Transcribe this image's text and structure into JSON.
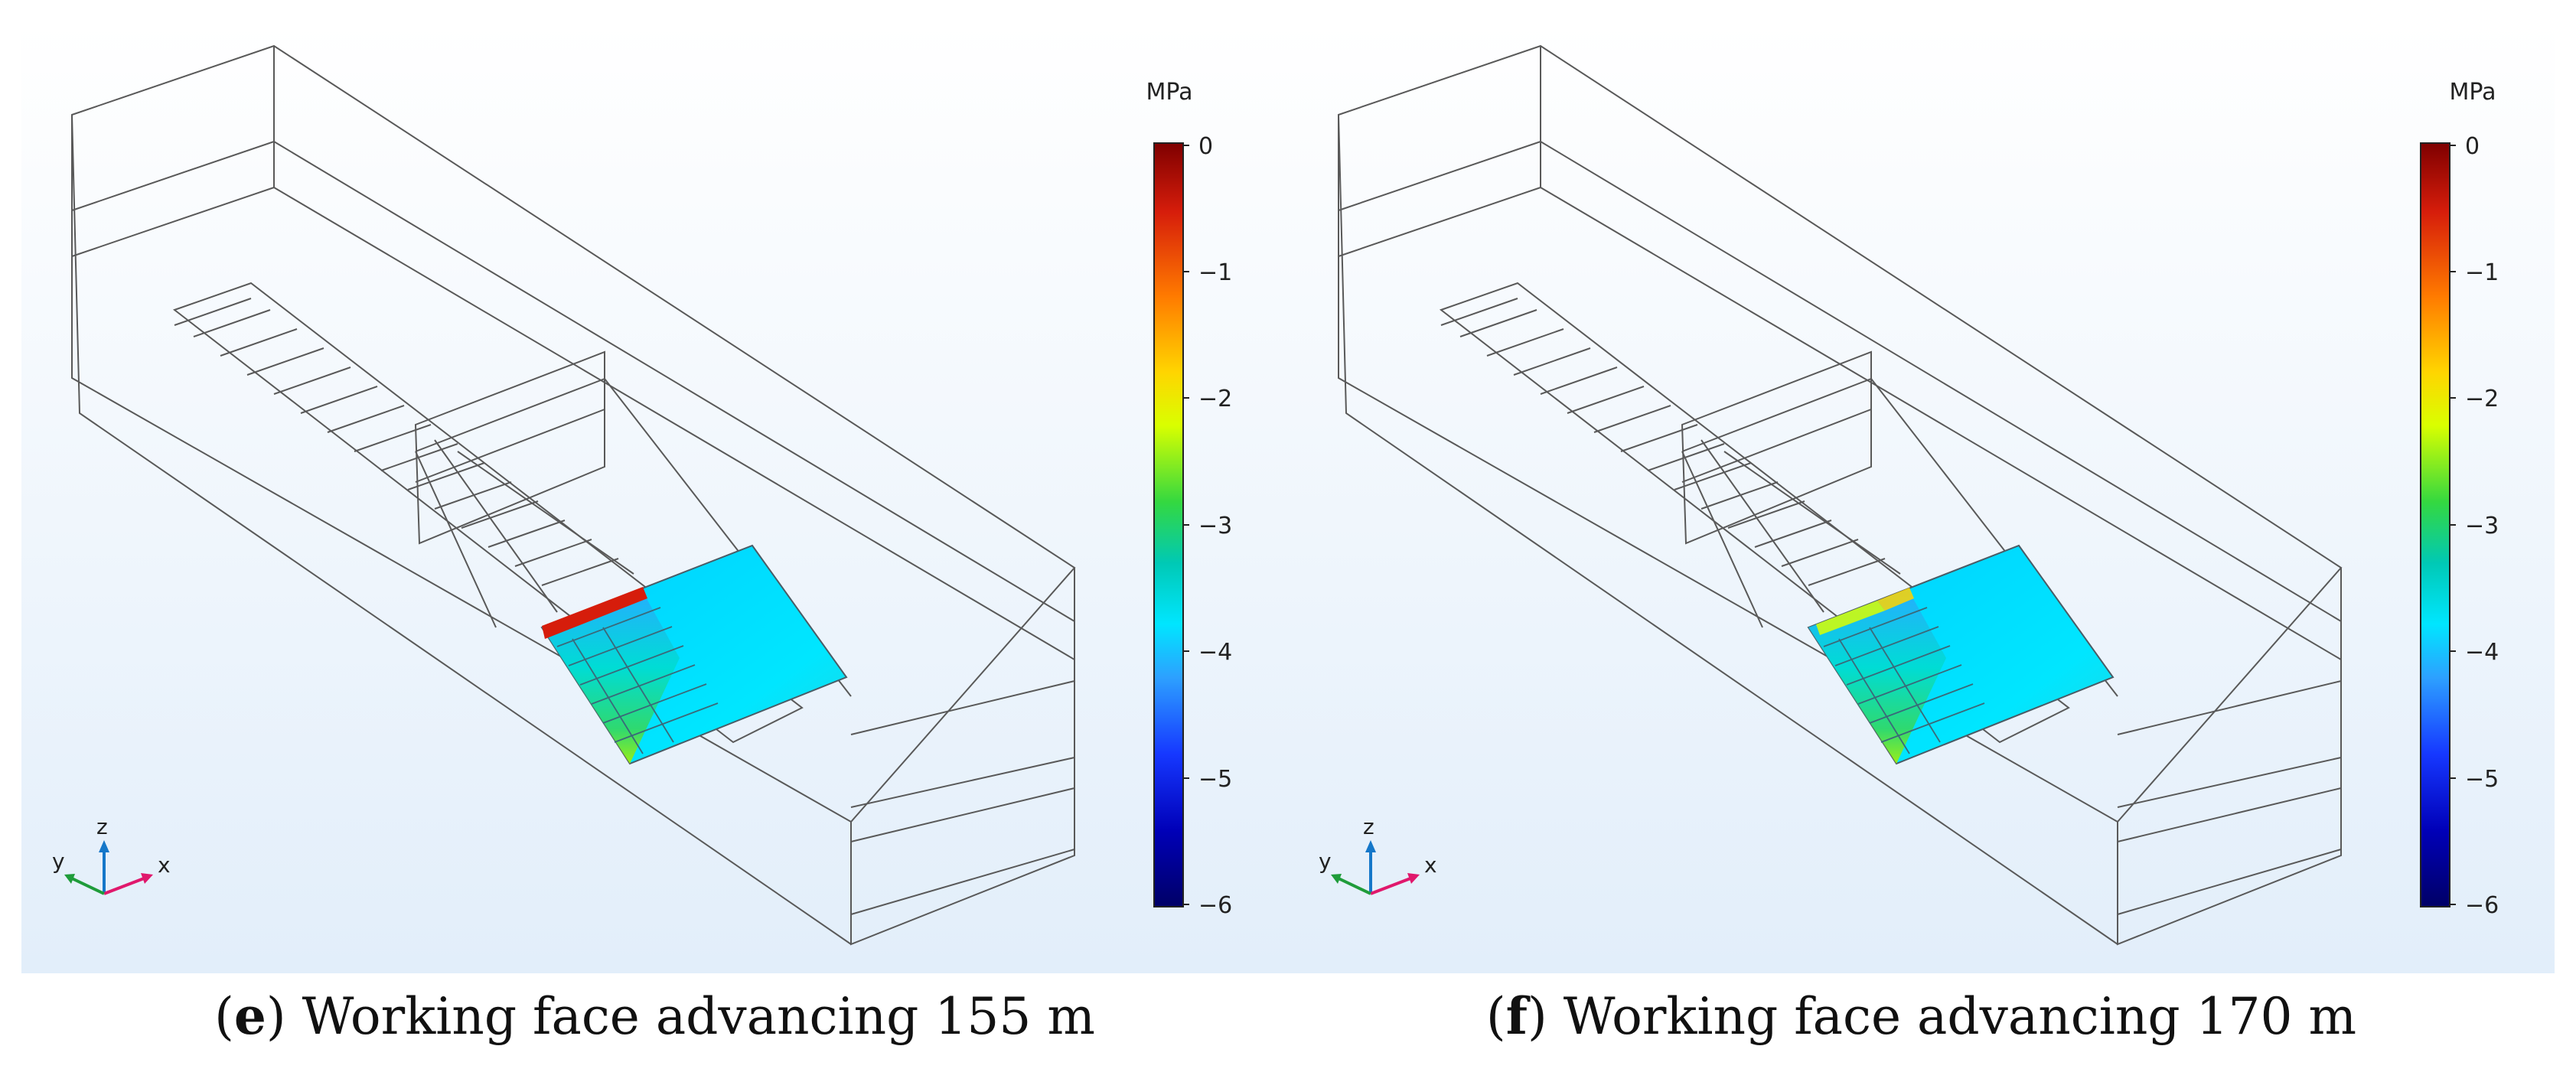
{
  "colors": {
    "background_top": "#ffffff",
    "background_bottom": "#e2eefa",
    "wireframe": "#595959",
    "colorbar": [
      "#7f0000",
      "#d61d0b",
      "#ff7a00",
      "#ffd500",
      "#d9ff00",
      "#34d840",
      "#00c9b5",
      "#00e6ff",
      "#2da0ff",
      "#1638ff",
      "#0000b8",
      "#000066"
    ]
  },
  "legend": {
    "unit": "MPa",
    "ticks": [
      "0",
      "−1",
      "−2",
      "−3",
      "−4",
      "−5",
      "−6"
    ],
    "range": [
      -6,
      0
    ]
  },
  "axes_triad": {
    "x": "x",
    "y": "y",
    "z": "z"
  },
  "panels": [
    {
      "id": "e",
      "letter": "e",
      "caption": "Working face advancing 155 m",
      "advance_m": 155,
      "goaf_stress_band": "red"
    },
    {
      "id": "f",
      "letter": "f",
      "caption": "Working face advancing 170 m",
      "advance_m": 170,
      "goaf_stress_band": "yellow"
    }
  ]
}
